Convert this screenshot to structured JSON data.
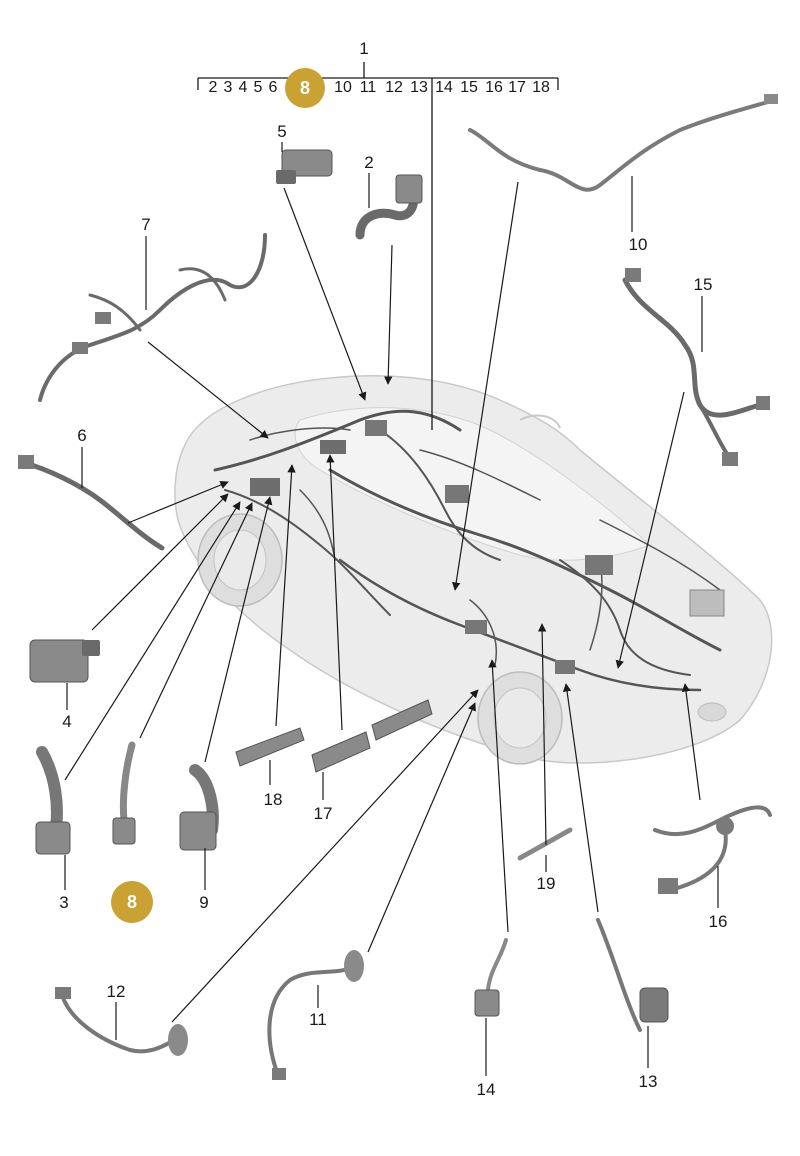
{
  "header": {
    "group_label": "1",
    "sequence": [
      "2",
      "3",
      "4",
      "5",
      "6",
      "8",
      "10",
      "11",
      "12",
      "13",
      "14",
      "15",
      "16",
      "17",
      "18"
    ],
    "selected": "8"
  },
  "parts": [
    {
      "id": "p1",
      "label": "1"
    },
    {
      "id": "p2",
      "label": "2"
    },
    {
      "id": "p3",
      "label": "3"
    },
    {
      "id": "p4",
      "label": "4"
    },
    {
      "id": "p5",
      "label": "5"
    },
    {
      "id": "p6",
      "label": "6"
    },
    {
      "id": "p7",
      "label": "7"
    },
    {
      "id": "p8",
      "label": "8"
    },
    {
      "id": "p9",
      "label": "9"
    },
    {
      "id": "p10",
      "label": "10"
    },
    {
      "id": "p11",
      "label": "11"
    },
    {
      "id": "p12",
      "label": "12"
    },
    {
      "id": "p13",
      "label": "13"
    },
    {
      "id": "p14",
      "label": "14"
    },
    {
      "id": "p15",
      "label": "15"
    },
    {
      "id": "p16",
      "label": "16"
    },
    {
      "id": "p17",
      "label": "17"
    },
    {
      "id": "p18",
      "label": "18"
    },
    {
      "id": "p19",
      "label": "19"
    }
  ],
  "colors": {
    "highlight": "#c9a233",
    "line": "#1a1a1a",
    "car_body": "#e6e6e6",
    "wire": "#555555",
    "part_fill": "#8a8a8a"
  }
}
